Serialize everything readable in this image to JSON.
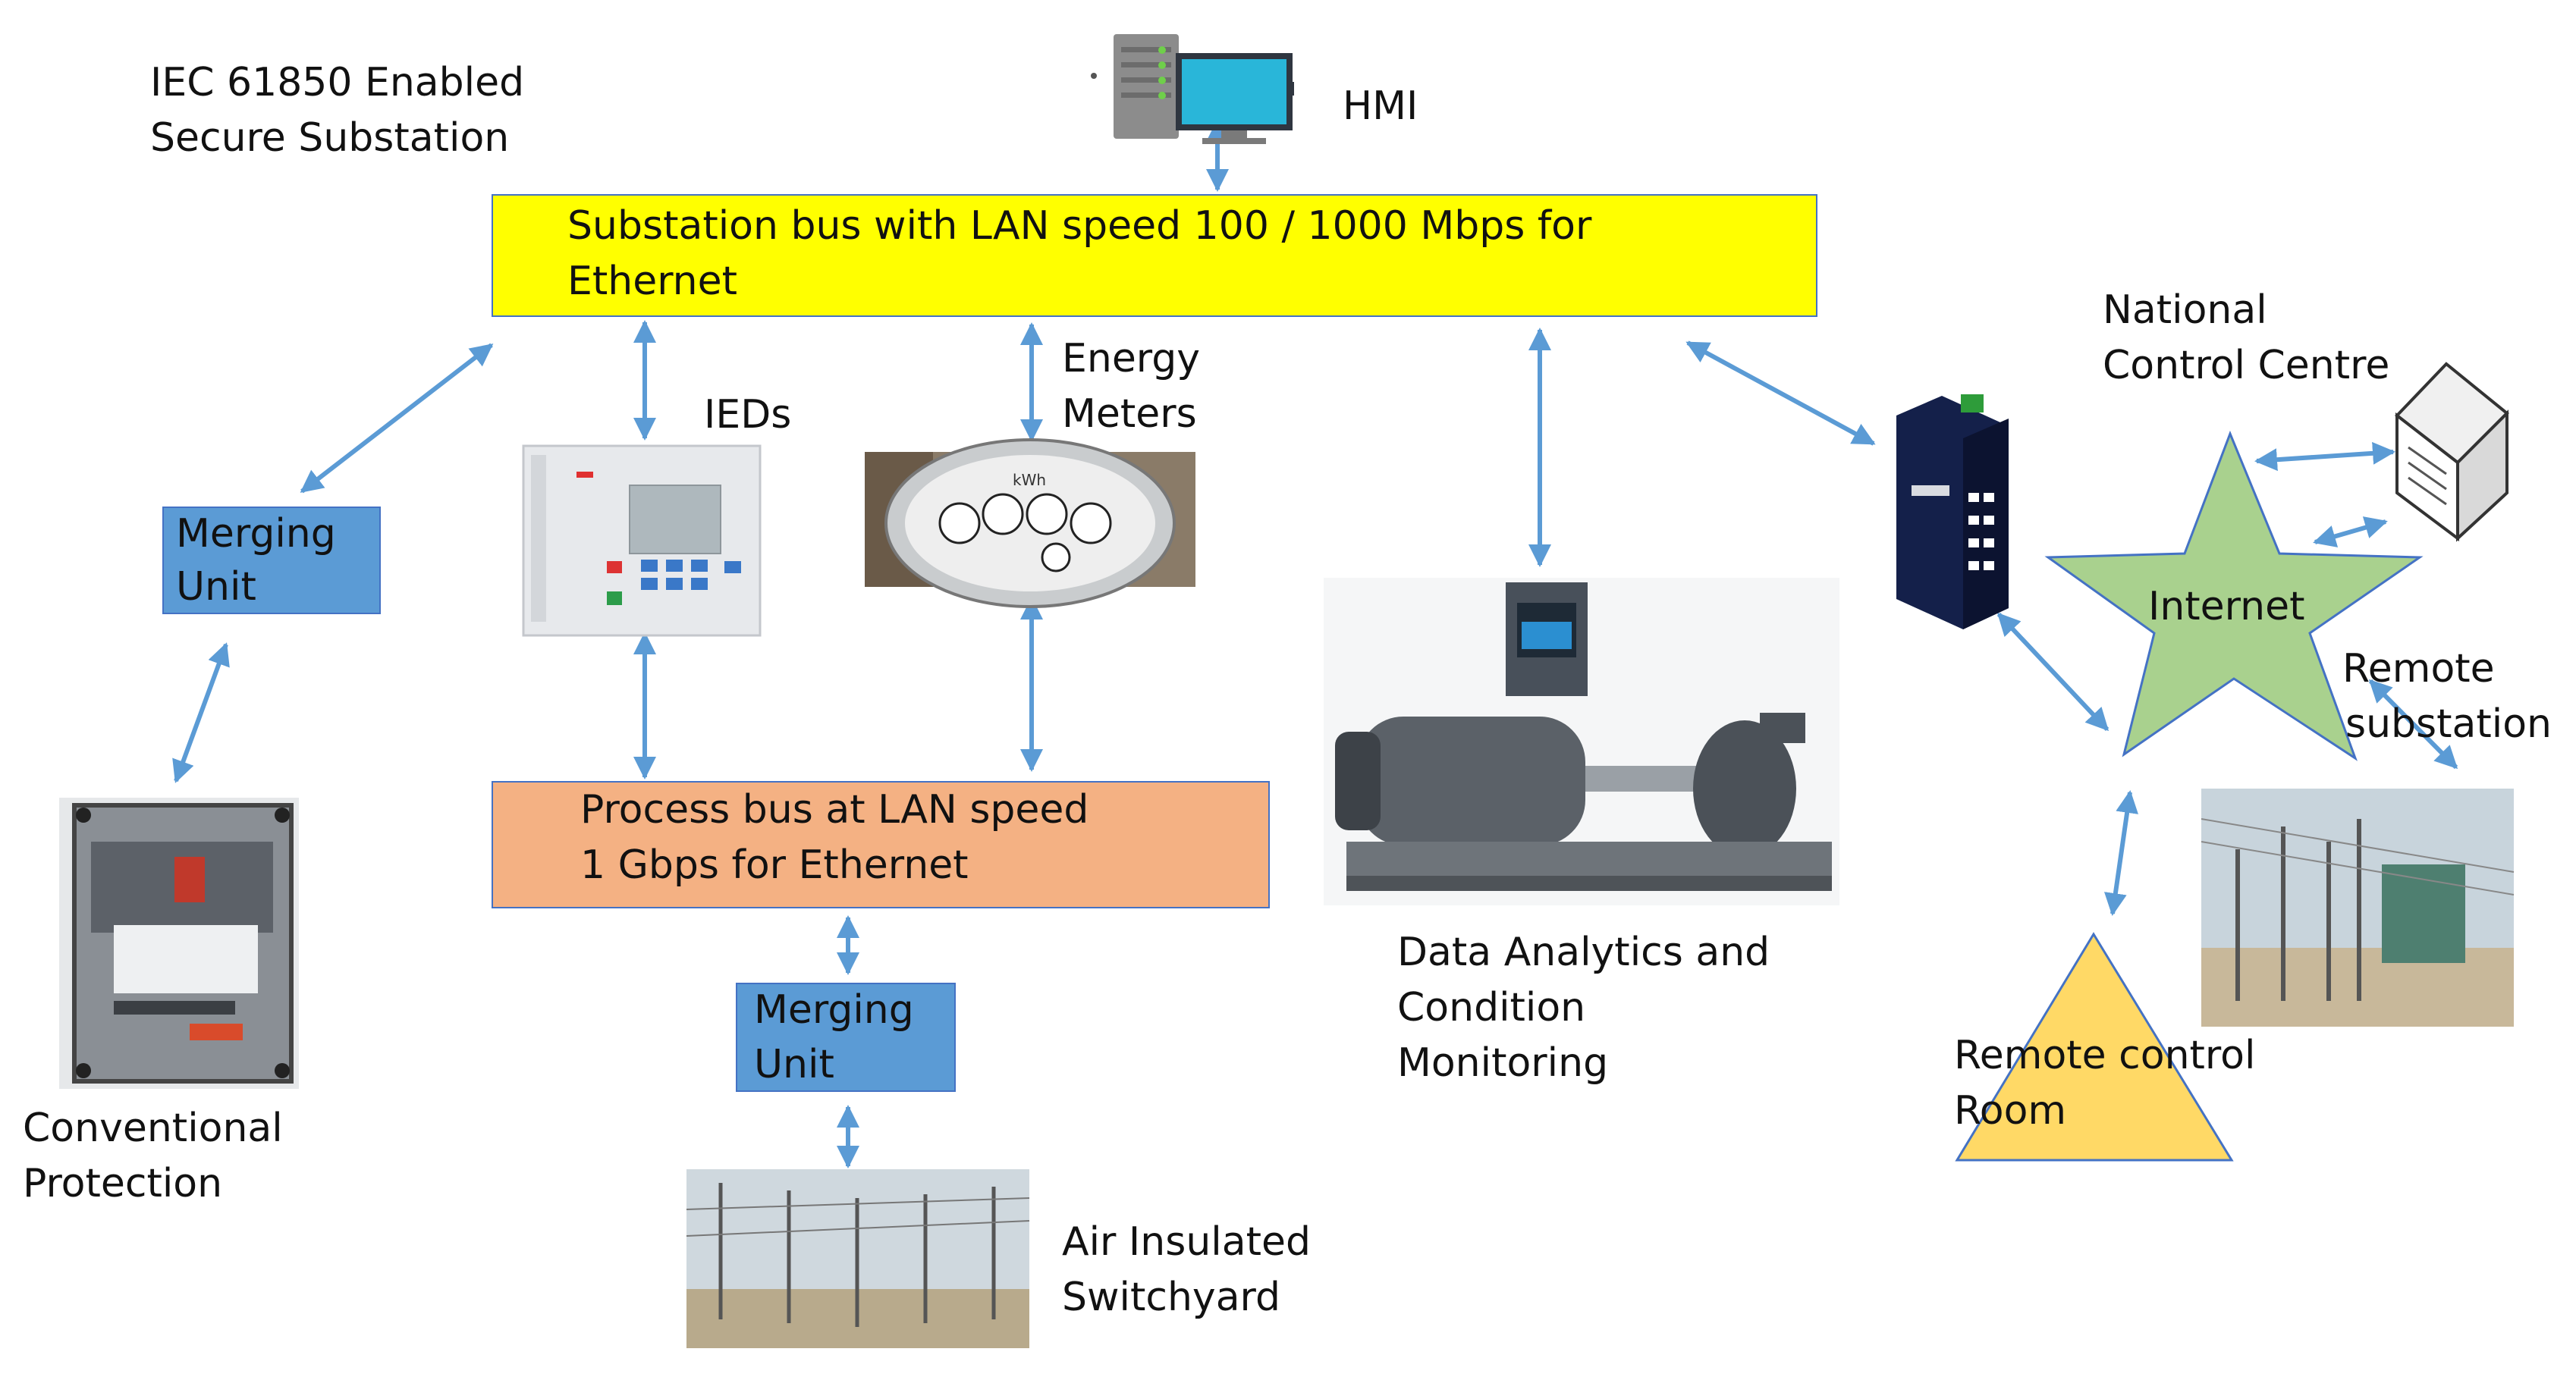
{
  "title": {
    "line1": "IEC 61850 Enabled",
    "line2": "Secure Substation"
  },
  "hmi": {
    "label": "HMI",
    "icon": "hmi-workstation-icon"
  },
  "substation_bus": {
    "line1": "Substation bus with LAN speed 100 / 1000 Mbps for",
    "line2": "Ethernet",
    "color": "#ffff00"
  },
  "process_bus": {
    "line1": "Process bus at LAN speed",
    "line2": "1 Gbps for Ethernet",
    "color": "#f4b183"
  },
  "merging_unit_left": {
    "line1": "Merging",
    "line2": "Unit",
    "color": "#5b9bd5"
  },
  "merging_unit_bottom": {
    "line1": "Merging",
    "line2": "Unit",
    "color": "#5b9bd5"
  },
  "ieds": {
    "label": "IEDs",
    "icon": "ied-relay-photo"
  },
  "energy_meters": {
    "line1": "Energy",
    "line2": "Meters",
    "icon": "energy-meter-photo"
  },
  "conventional_protection": {
    "line1": "Conventional",
    "line2": "Protection",
    "icon": "protection-relay-photo"
  },
  "air_insulated_switchyard": {
    "line1": "Air Insulated",
    "line2": "Switchyard",
    "icon": "switchyard-photo"
  },
  "data_analytics": {
    "line1": "Data Analytics and",
    "line2": "Condition",
    "line3": "Monitoring",
    "icon": "motor-pump-photo"
  },
  "national_control_centre": {
    "line1": "National",
    "line2": "Control Centre",
    "icon": "server-icon"
  },
  "internet": {
    "label": "Internet",
    "color": "#a9d18e"
  },
  "remote_substation": {
    "line1": "Remote",
    "line2": "substation",
    "icon": "substation-photo"
  },
  "remote_control_room": {
    "line1": "Remote control",
    "line2": "Room",
    "color": "#ffd966"
  },
  "switch": {
    "icon": "ethernet-switch-icon"
  },
  "colors": {
    "arrow": "#5b9bd5",
    "box_border": "#4472c4"
  }
}
